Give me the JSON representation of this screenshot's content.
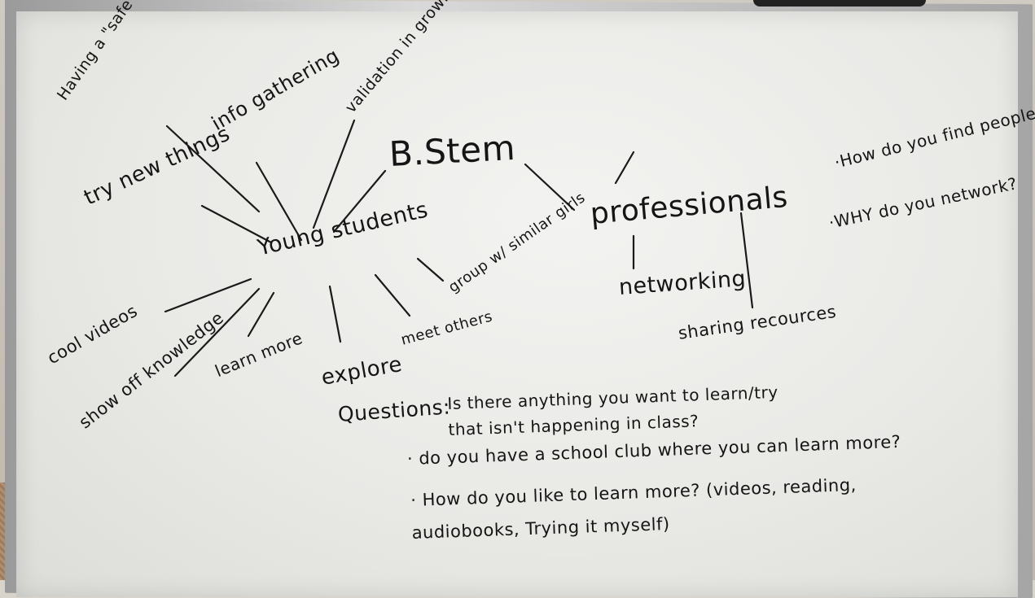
{
  "whiteboard": {
    "center_topic": "B.Stem",
    "young_students": {
      "label": "Young students",
      "branches": [
        "Having a \"safe space\"",
        "info gathering",
        "validation in growing up",
        "try new things",
        "cool videos",
        "show off knowledge",
        "learn more",
        "explore",
        "meet others",
        "group w/ similar girls"
      ]
    },
    "professionals": {
      "label": "professionals",
      "branches": [
        "networking",
        "sharing recources"
      ],
      "questions": [
        "·How do you find people to network w/?",
        "·WHY do you network?"
      ]
    },
    "questions": {
      "heading": "Questions:",
      "items": [
        "Is there anything you want to learn/try that isn't happening in class?",
        "· do you have a school club where you can learn more?",
        "· How do you like to learn more? (videos, reading, audiobooks, Trying it myself)"
      ]
    }
  }
}
